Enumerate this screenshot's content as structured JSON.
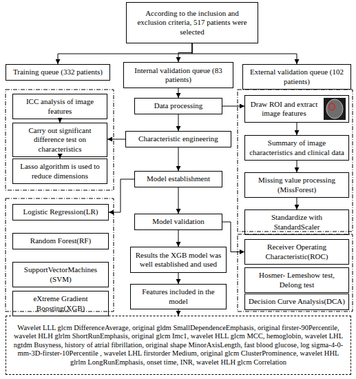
{
  "diagram": {
    "nodes": [
      {
        "text": [
          "According to the inclusion and exclusion criteria, 517 patients were selected"
        ]
      },
      {
        "text": [
          "Training queue (332 patients)"
        ]
      },
      {
        "text": [
          "Internal validation queue (83 patients)"
        ]
      },
      {
        "text": [
          "External validation queue (102 patients)"
        ]
      },
      {
        "text": [
          "ICC analysis of image features"
        ]
      },
      {
        "text": [
          "Data processing"
        ]
      },
      {
        "text": [
          "Draw ROI and extract image features"
        ]
      },
      {
        "text": [
          "Carry out significant difference test on characteristics"
        ]
      },
      {
        "text": [
          "Characteristic engineering"
        ]
      },
      {
        "text": [
          "Summary of image characteristics and clinical data"
        ]
      },
      {
        "text": [
          "Lasso algorithm is used to reduce dimensions"
        ]
      },
      {
        "text": [
          "Model establishment"
        ]
      },
      {
        "text": [
          "Missing value processing (MissForest)"
        ]
      },
      {
        "text": [
          "Standardize with StandardScaler"
        ]
      },
      {
        "text": [
          "Logistic Regression(LR)"
        ]
      },
      {
        "text": [
          "Model validation"
        ]
      },
      {
        "text": [
          "Receiver Operating Characteristic(ROC)"
        ]
      },
      {
        "text": [
          "Random Forest(RF)"
        ]
      },
      {
        "text": [
          "Hosmer- Lemeshow test, Delong test"
        ]
      },
      {
        "text": [
          "SupportVectorMachines (SVM)"
        ]
      },
      {
        "text": [
          "Results the XGB model was well established and used"
        ]
      },
      {
        "text": [
          "Decision Curve Analysis(DCA)"
        ]
      },
      {
        "text": [
          "eXtreme Gradient Boosting(XGB)"
        ]
      },
      {
        "text": [
          "Features included in the model"
        ]
      },
      {
        "text": [
          "Wavelet LLL glcm DifferenceAverage, original gldm SmallDependenceEmphasis, original firster-90Percentile, wavelet HLH glrlm ShortRunEmphasis, original glcm Imc1, wavelet HLL glcm MCC, hemoglobin, wavelet LHL ngtdm Busyness, history of atrial fibrillation, original shape MinorAxisLength, fast blood glucose, log sigma-4-0-mm-3D-firster-10Percentile , wavelet LHL firstorder Medium, original glcm ClusterProminence, wavelet HHL glrlm LongRunEmphasis, onset time, INR, wavelet HLH glcm Correlation"
        ]
      }
    ],
    "edges": [
      {
        "from": 0,
        "to": 1,
        "arrow": "to"
      },
      {
        "from": 0,
        "to": 2,
        "arrow": "to"
      },
      {
        "from": 0,
        "to": 3,
        "arrow": "to"
      },
      {
        "from": 2,
        "to": 5,
        "arrow": "to"
      },
      {
        "from": 5,
        "to": 6,
        "arrow": "to"
      },
      {
        "from": 5,
        "to": 8,
        "arrow": "to"
      },
      {
        "from": 8,
        "to": 7,
        "arrow": "to"
      },
      {
        "from": 8,
        "to": 11,
        "arrow": "to"
      },
      {
        "from": 11,
        "to": 14,
        "arrow": "to"
      },
      {
        "from": 11,
        "to": 15,
        "arrow": "to"
      },
      {
        "from": 15,
        "to": 16,
        "arrow": "to"
      },
      {
        "from": 15,
        "to": 20,
        "arrow": "to"
      },
      {
        "from": 20,
        "to": 23,
        "arrow": "to"
      },
      {
        "from": 23,
        "to": 24,
        "arrow": "to"
      },
      {
        "from": 4,
        "to": 7,
        "arrow": "to"
      },
      {
        "from": 7,
        "to": 10,
        "arrow": "to"
      },
      {
        "from": 6,
        "to": 9,
        "arrow": "to"
      },
      {
        "from": 9,
        "to": 12,
        "arrow": "to"
      },
      {
        "from": 12,
        "to": 13,
        "arrow": "to"
      }
    ]
  }
}
